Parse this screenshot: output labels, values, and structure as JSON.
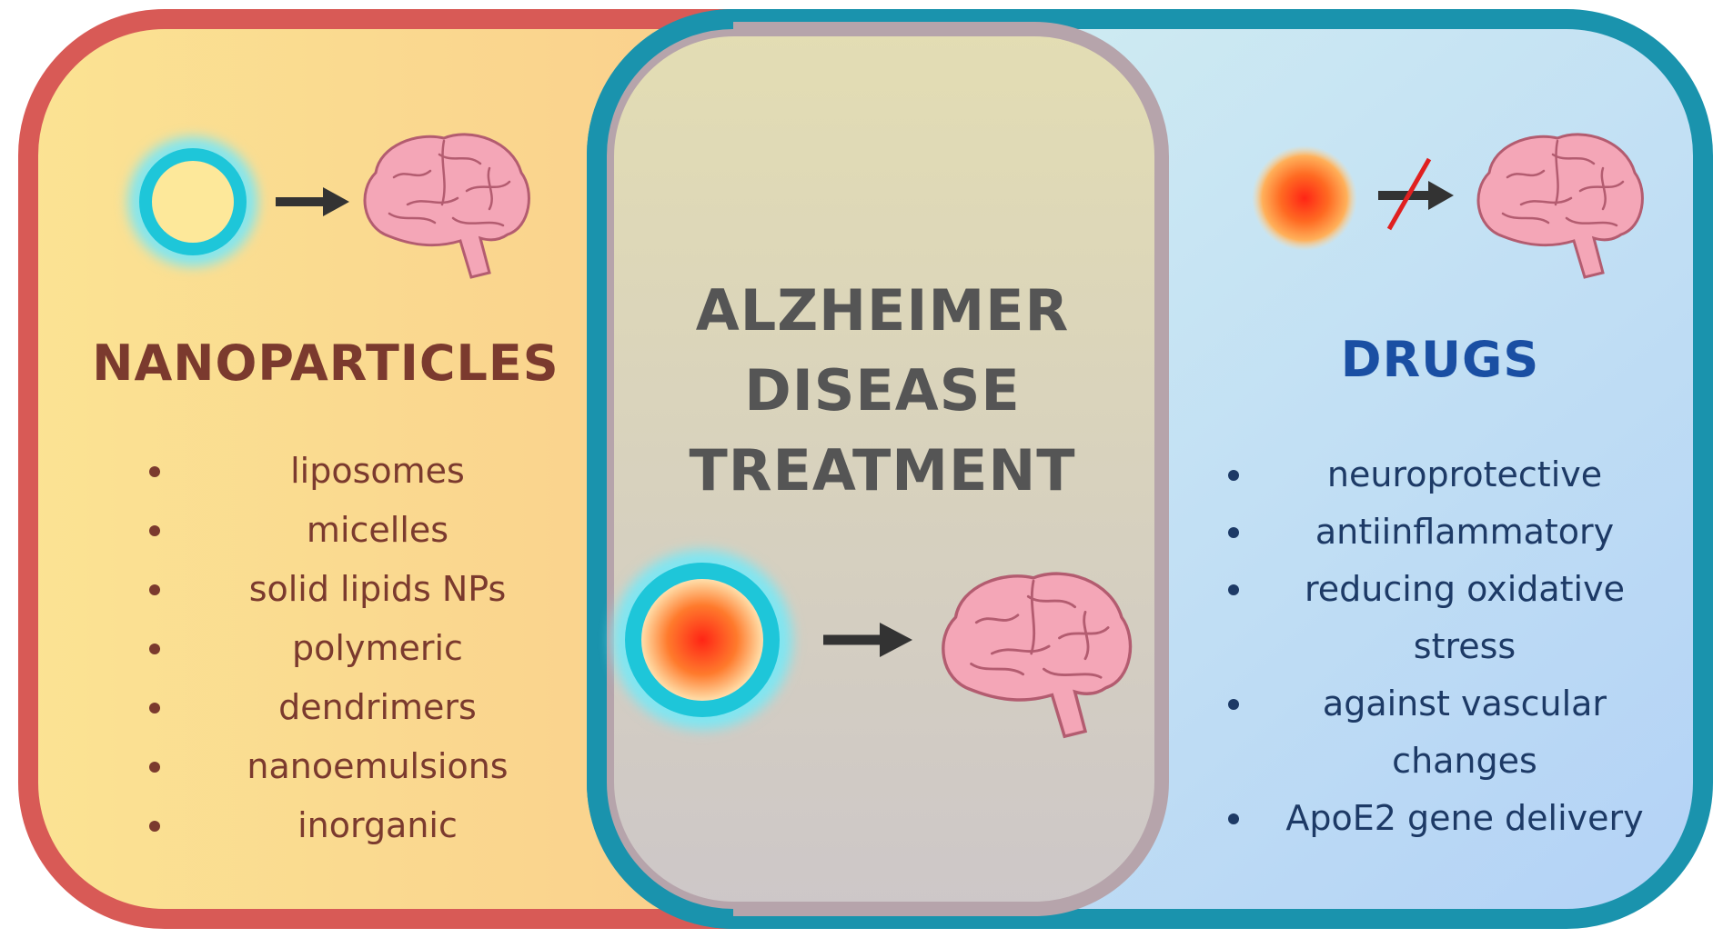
{
  "center": {
    "title_lines": [
      "ALZHEIMER",
      "DISEASE",
      "TREATMENT"
    ]
  },
  "nanoparticles": {
    "title": "NANOPARTICLES",
    "items": [
      "liposomes",
      "micelles",
      "solid lipids NPs",
      "polymeric",
      "dendrimers",
      "nanoemulsions",
      "inorganic"
    ]
  },
  "drugs": {
    "title": "DRUGS",
    "items": [
      {
        "lines": [
          "neuroprotective"
        ]
      },
      {
        "lines": [
          "antiinflammatory"
        ]
      },
      {
        "lines": [
          "reducing oxidative",
          "stress"
        ]
      },
      {
        "lines": [
          "against vascular",
          "changes"
        ]
      },
      {
        "lines": [
          "ApoE2 gene delivery"
        ]
      }
    ]
  },
  "colors": {
    "nano_border": "#d85a56",
    "drug_border": "#1a93ad",
    "nano_text": "#7b3a2e",
    "drug_title": "#1a4fa3",
    "drug_text": "#1d3a66",
    "center_text": "#555555"
  },
  "icons": [
    "nanoparticle-ring-icon",
    "brain-icon",
    "arrow-right-icon",
    "drug-particle-icon",
    "blocked-arrow-icon",
    "loaded-nanoparticle-icon"
  ]
}
